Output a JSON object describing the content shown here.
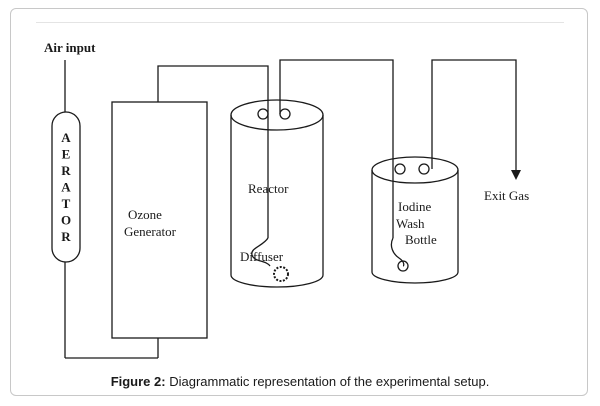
{
  "labels": {
    "air_input": "Air input",
    "aerator_letters": [
      "A",
      "E",
      "R",
      "A",
      "T",
      "O",
      "R"
    ],
    "ozone_line1": "Ozone",
    "ozone_line2": "Generator",
    "reactor": "Reactor",
    "diffuser": "Diffuser",
    "iodine_line1": "Iodine",
    "iodine_line2": "Wash",
    "iodine_line3": "Bottle",
    "exit_gas": "Exit Gas"
  },
  "caption": {
    "prefix": "Figure 2:",
    "text": " Diagrammatic representation of the experimental setup."
  },
  "colors": {
    "line": "#1a1a1a",
    "frame_border": "#c8c8c8"
  }
}
